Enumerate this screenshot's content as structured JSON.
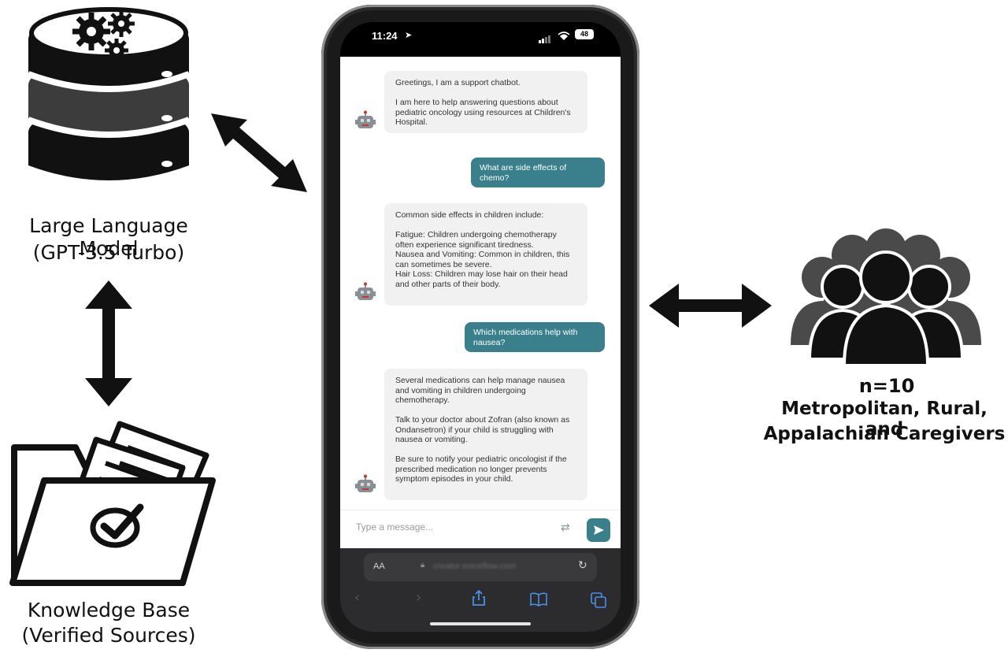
{
  "llm": {
    "title": "Large Language Model",
    "subtitle": "(GPT-3.5 Turbo)"
  },
  "knowledge_base": {
    "title": "Knowledge Base",
    "subtitle": "(Verified Sources)"
  },
  "caregivers": {
    "count": "n=10",
    "line1": "Metropolitan, Rural, and",
    "line2": "Appalachian Caregivers"
  },
  "phone": {
    "time": "11:24",
    "battery": "48",
    "messages": [
      {
        "role": "bot",
        "text": "Greetings, I am a support chatbot.\n\nI am here to help answering questions about pediatric oncology using resources at Children's Hospital."
      },
      {
        "role": "user",
        "text": "What are side effects of\nchemo?"
      },
      {
        "role": "bot",
        "text": "Common side effects in children include:\n\nFatigue: Children undergoing chemotherapy often experience significant tiredness.\nNausea and Vomiting: Common in children, this can sometimes be severe.\nHair Loss: Children may lose hair on their head and other parts of their body."
      },
      {
        "role": "user",
        "text": "Which medications help with\nnausea?"
      },
      {
        "role": "bot",
        "text": "Several medications can help manage nausea and vomiting in children undergoing chemotherapy.\n\nTalk to your doctor about Zofran (also known as Ondansetron) if your child is struggling with nausea or vomiting.\n\nBe sure to notify your pediatric oncologist if the prescribed medication no longer prevents symptom episodes in your child."
      }
    ],
    "input_placeholder": "Type a message...",
    "browser": {
      "aa_label": "AA",
      "url": "creator.voiceflow.com"
    }
  },
  "colors": {
    "accent": "#3a7f8c",
    "ink": "#111111"
  },
  "icons": [
    "gears-icon",
    "database-icon",
    "folder-icon",
    "checkmark-icon",
    "robot-avatar-icon",
    "send-icon",
    "refresh-icon",
    "people-icon",
    "double-arrow-icon"
  ]
}
